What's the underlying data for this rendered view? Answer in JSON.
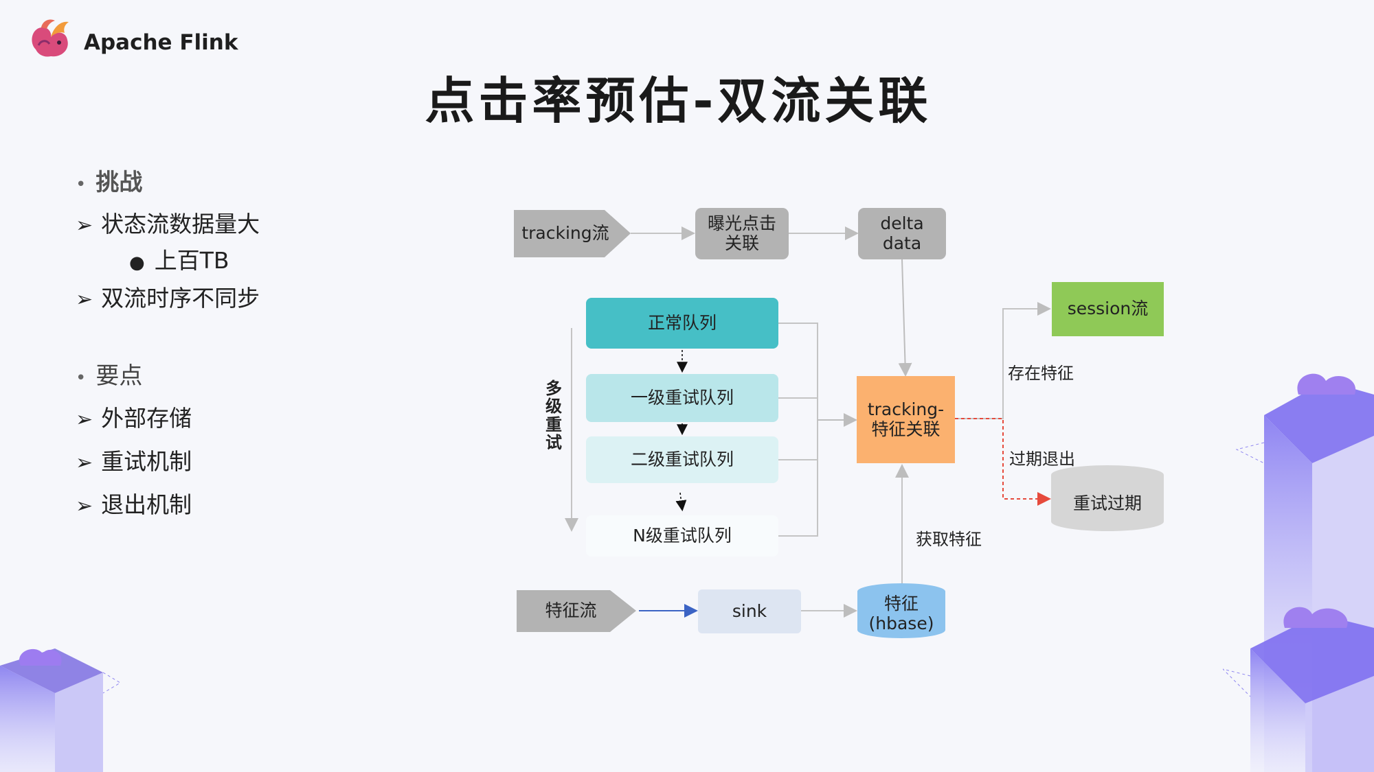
{
  "header": {
    "logo_text": "Apache Flink",
    "title": "点击率预估-双流关联"
  },
  "bullets": {
    "challenge_heading": "挑战",
    "challenge_items": [
      "状态流数据量大",
      "双流时序不同步"
    ],
    "challenge_sub_item": "上百TB",
    "keypoints_heading": "要点",
    "keypoints_items": [
      "外部存储",
      "重试机制",
      "退出机制"
    ]
  },
  "diagram": {
    "tracking_stream": "tracking流",
    "exposure_click_join_l1": "曝光点击",
    "exposure_click_join_l2": "关联",
    "delta_data_l1": "delta",
    "delta_data_l2": "data",
    "normal_queue": "正常队列",
    "retry_queue_1": "一级重试队列",
    "retry_queue_2": "二级重试队列",
    "retry_queue_n": "N级重试队列",
    "multi_level_retry": "多级重试",
    "tracking_feature_join_l1": "tracking-",
    "tracking_feature_join_l2": "特征关联",
    "session_stream": "session流",
    "feature_exists": "存在特征",
    "expired_exit": "过期退出",
    "retry_expired": "重试过期",
    "get_feature": "获取特征",
    "feature_stream": "特征流",
    "sink": "sink",
    "feature_store_l1": "特征",
    "feature_store_l2": "(hbase)"
  },
  "colors": {
    "gray_node": "#b3b3b3",
    "teal_dark": "#46bfc6",
    "teal_light": "#b9e6ea",
    "teal_lighter": "#dcf2f4",
    "orange_node": "#fbb16f",
    "green_node": "#8fc957",
    "blue_cylinder": "#8cc3ee",
    "sink_box": "#dde5f2",
    "red_dashed": "#e64a3c",
    "blue_arrow": "#3b63c4"
  }
}
